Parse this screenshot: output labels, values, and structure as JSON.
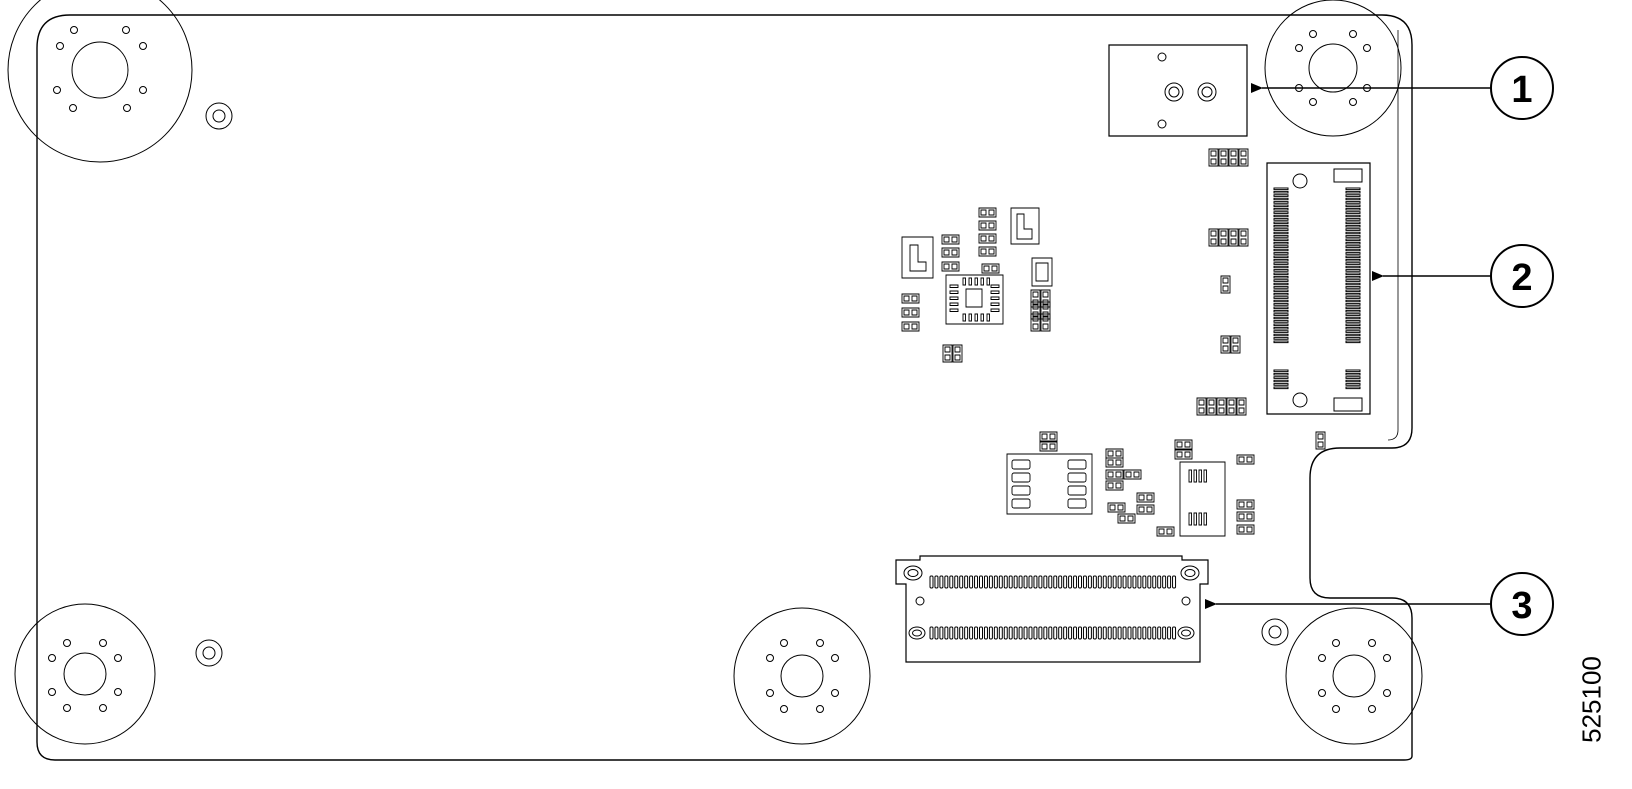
{
  "figure_id": "525100",
  "callouts": [
    {
      "number": "1"
    },
    {
      "number": "2"
    },
    {
      "number": "3"
    }
  ],
  "colors": {
    "line": "#000000",
    "background": "#ffffff"
  }
}
